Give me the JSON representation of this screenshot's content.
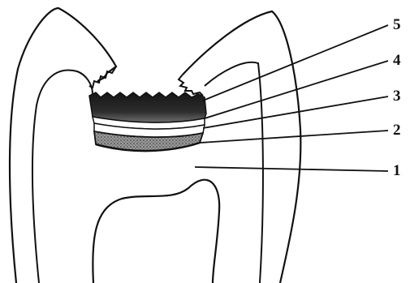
{
  "labels": [
    "1",
    "2",
    "3",
    "4",
    "5"
  ],
  "colors": {
    "ink": "#111111",
    "layer5": "#1c1c1c",
    "layer2": "#7a7a7a"
  }
}
